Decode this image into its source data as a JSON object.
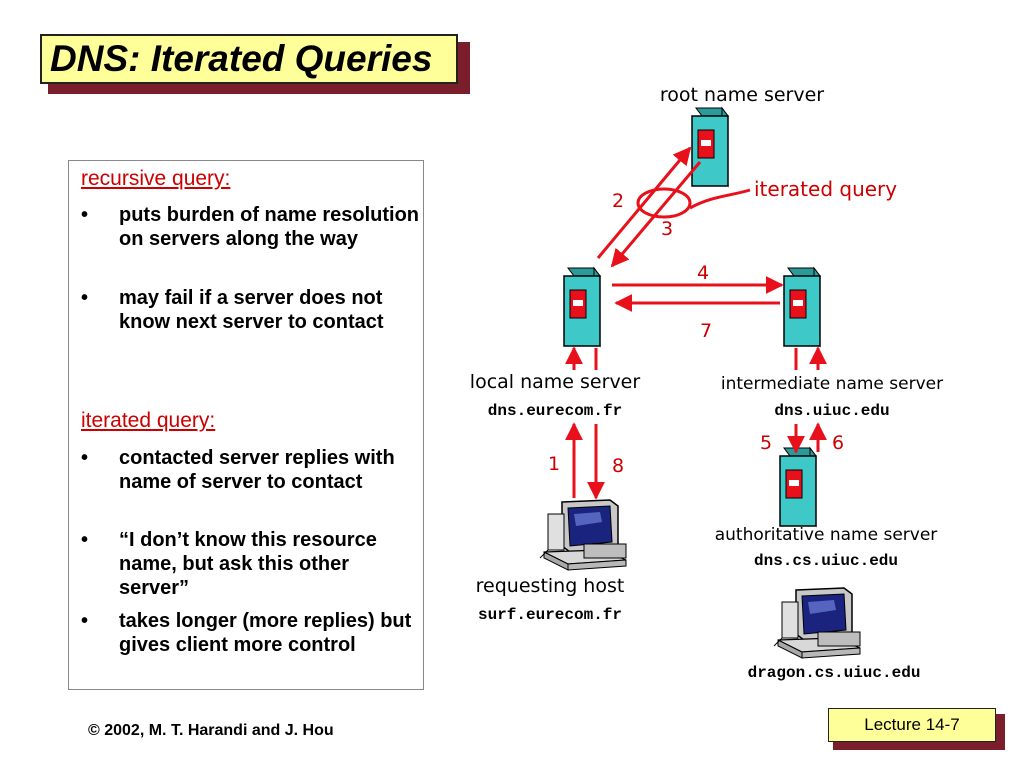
{
  "title": "DNS: Iterated Queries",
  "panel": {
    "recursive": {
      "heading": "recursive query:",
      "bullets": [
        "puts burden of name resolution on servers along the way",
        "may fail if a server does not know next server to contact"
      ]
    },
    "iterated": {
      "heading": "iterated query:",
      "bullets": [
        "contacted server replies with name of server to contact",
        "“I don’t know this resource name, but ask this other server”",
        "takes longer (more replies) but gives client more control"
      ]
    },
    "bullet_char": "•"
  },
  "diagram": {
    "root_label": "root name server",
    "iterated_label": "iterated query",
    "local_label": "local name server",
    "local_host": "dns.eurecom.fr",
    "intermediate_label": "intermediate name server",
    "intermediate_host": "dns.uiuc.edu",
    "authoritative_label": "authoritative name server",
    "authoritative_host": "dns.cs.uiuc.edu",
    "requesting_label": "requesting host",
    "requesting_host": "surf.eurecom.fr",
    "dragon_host": "dragon.cs.uiuc.edu",
    "steps": [
      "1",
      "2",
      "3",
      "4",
      "5",
      "6",
      "7",
      "8"
    ],
    "colors": {
      "arrow": "#e8101a",
      "server_body": "#3ec8c8",
      "title_bg": "#ffff99",
      "shadow": "#7a1e2c"
    }
  },
  "footer": {
    "copyright": "© 2002, M. T. Harandi and J. Hou",
    "lecture": "Lecture 14-7"
  }
}
